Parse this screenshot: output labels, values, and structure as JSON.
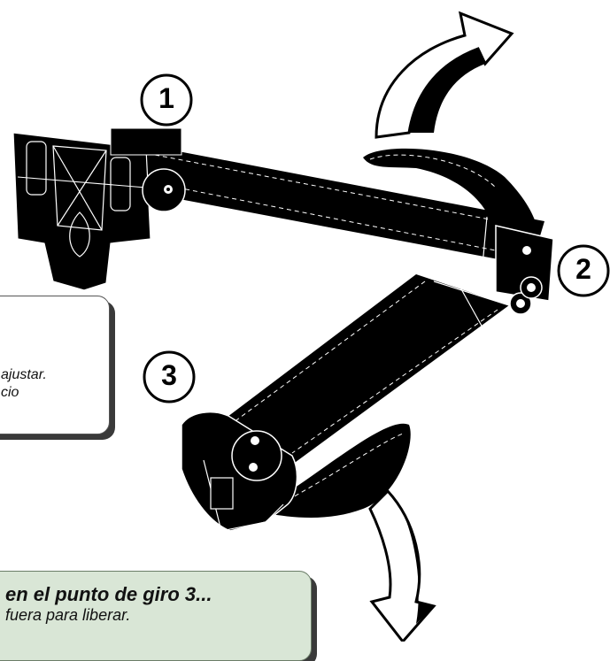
{
  "markers": {
    "m1": "1",
    "m2": "2",
    "m3": "3"
  },
  "callout_left": {
    "line1": "ajustar.",
    "line2": "cio"
  },
  "callout_bottom": {
    "title": "en el punto de giro 3...",
    "subtitle": "fuera para liberar."
  },
  "colors": {
    "device": "#000000",
    "green_box": "#d9e6d6",
    "arrow_fill": "#ffffff"
  }
}
